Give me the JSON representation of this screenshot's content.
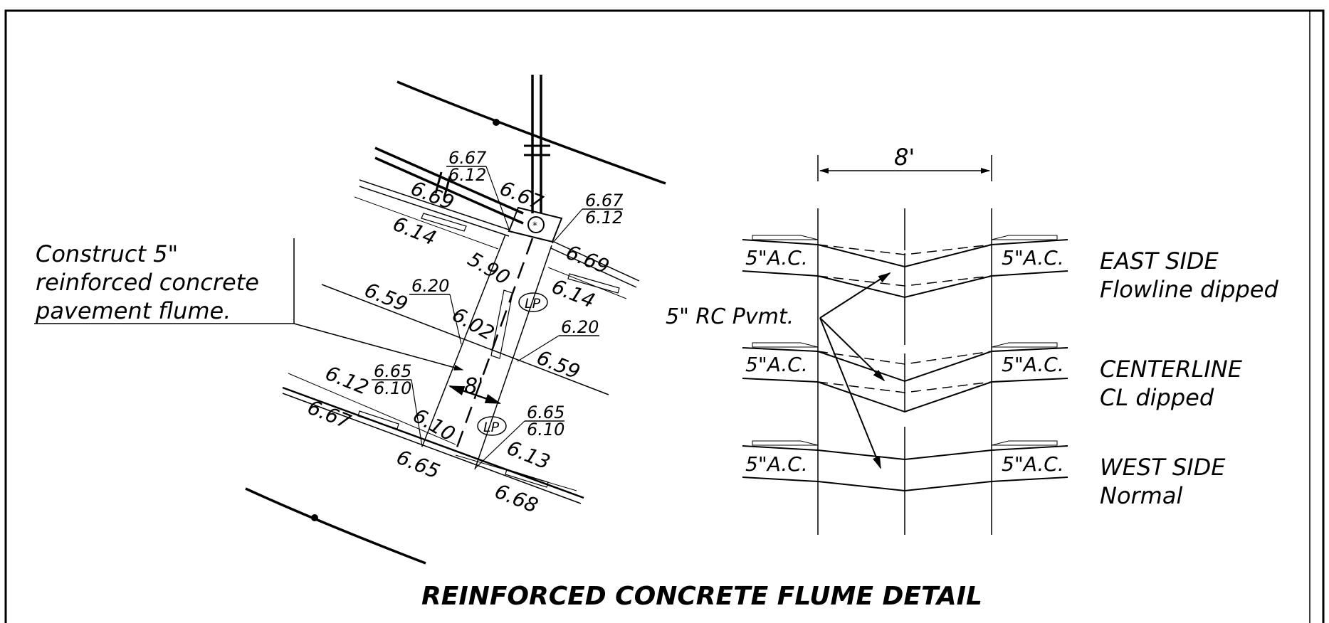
{
  "title": "REINFORCED CONCRETE FLUME DETAIL",
  "note": {
    "lines": [
      "Construct 5\"",
      "reinforced concrete",
      "pavement flume."
    ]
  },
  "plan": {
    "width_dim": "8'",
    "lp_label": "LP",
    "elev_tags": {
      "nw_top": "6.67",
      "nw_bot": "6.12",
      "ne_top": "6.67",
      "ne_bot": "6.12",
      "mid_left": "6.20",
      "mid_right": "6.20",
      "sw_top": "6.65",
      "sw_bot": "6.10",
      "se_top": "6.65",
      "se_bot": "6.10"
    },
    "elev_labels": {
      "upper_curb_left": "6.69",
      "upper_gutter_left": "6.14",
      "upper_center": "6.67",
      "upper_right_curb": "6.69",
      "upper_right_gutter": "6.14",
      "flume_upper": "5.90",
      "flume_mid": "6.02",
      "crown_left": "6.59",
      "crown_right": "6.59",
      "lower_left_gutter": "6.12",
      "lower_left_curb": "6.67",
      "flume_lower": "6.10",
      "lower_bottom_left": "6.65",
      "lower_right_gutter": "6.13",
      "lower_right_curb": "6.68"
    }
  },
  "sections": {
    "width_dim": "8'",
    "pvmt_label": "5\" RC Pvmt.",
    "ac_label": "5\"A.C.",
    "items": [
      {
        "name": "EAST SIDE",
        "desc": "Flowline dipped"
      },
      {
        "name": "CENTERLINE",
        "desc": "CL dipped"
      },
      {
        "name": "WEST SIDE",
        "desc": "Normal"
      }
    ]
  }
}
